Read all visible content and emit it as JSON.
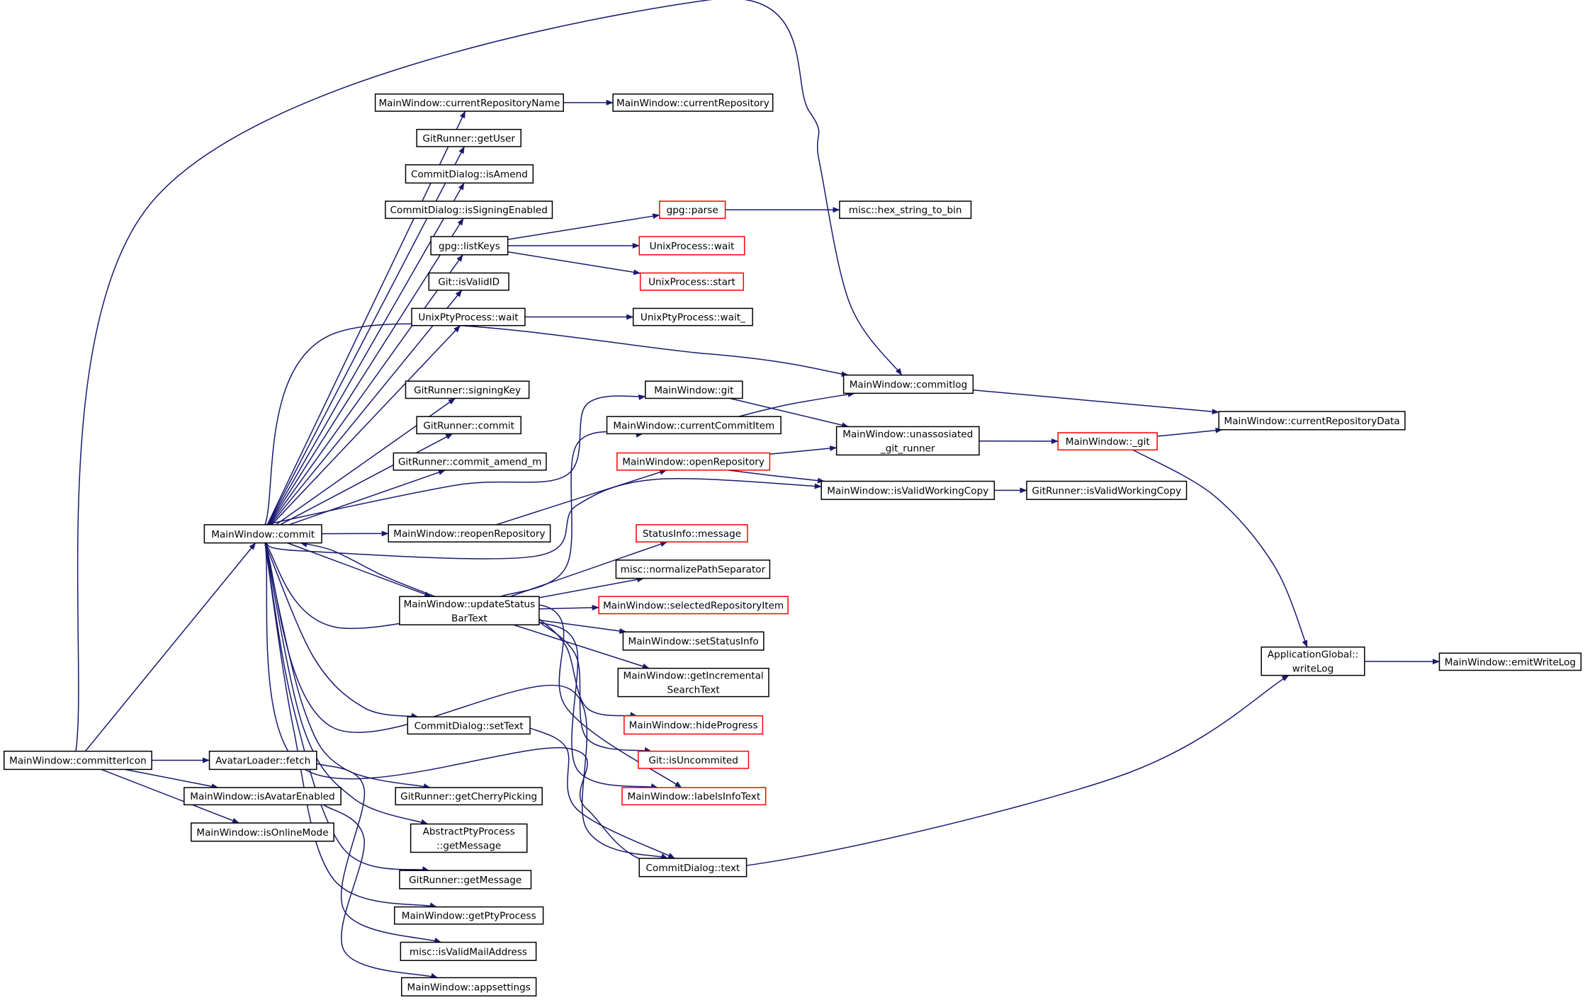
{
  "graph": {
    "colors": {
      "edge": "#191970",
      "box_border": "#000000",
      "truncated_border": "#ff0000",
      "root_fill": "#bfbfbf",
      "box_fill": "#ffffff"
    },
    "nodes": [
      {
        "id": "committerIcon",
        "lines": [
          "MainWindow::committerIcon"
        ],
        "style": "root"
      },
      {
        "id": "commit",
        "lines": [
          "MainWindow::commit"
        ],
        "style": "normal"
      },
      {
        "id": "fetch",
        "lines": [
          "AvatarLoader::fetch"
        ],
        "style": "normal"
      },
      {
        "id": "isAvatarEnabled",
        "lines": [
          "MainWindow::isAvatarEnabled"
        ],
        "style": "normal"
      },
      {
        "id": "isOnlineMode",
        "lines": [
          "MainWindow::isOnlineMode"
        ],
        "style": "normal"
      },
      {
        "id": "currentRepositoryName",
        "lines": [
          "MainWindow::currentRepositoryName"
        ],
        "style": "normal"
      },
      {
        "id": "currentRepository",
        "lines": [
          "MainWindow::currentRepository"
        ],
        "style": "normal"
      },
      {
        "id": "getUser",
        "lines": [
          "GitRunner::getUser"
        ],
        "style": "normal"
      },
      {
        "id": "isAmend",
        "lines": [
          "CommitDialog::isAmend"
        ],
        "style": "normal"
      },
      {
        "id": "isSigningEnabled",
        "lines": [
          "CommitDialog::isSigningEnabled"
        ],
        "style": "normal"
      },
      {
        "id": "listKeys",
        "lines": [
          "gpg::listKeys"
        ],
        "style": "normal"
      },
      {
        "id": "gpgParse",
        "lines": [
          "gpg::parse"
        ],
        "style": "truncated"
      },
      {
        "id": "hexStringToBin",
        "lines": [
          "misc::hex_string_to_bin"
        ],
        "style": "normal"
      },
      {
        "id": "unixWait",
        "lines": [
          "UnixProcess::wait"
        ],
        "style": "truncated"
      },
      {
        "id": "unixStart",
        "lines": [
          "UnixProcess::start"
        ],
        "style": "truncated"
      },
      {
        "id": "isValidID",
        "lines": [
          "Git::isValidID"
        ],
        "style": "normal"
      },
      {
        "id": "ptyWait",
        "lines": [
          "UnixPtyProcess::wait"
        ],
        "style": "normal"
      },
      {
        "id": "ptyWait_",
        "lines": [
          "UnixPtyProcess::wait_"
        ],
        "style": "normal"
      },
      {
        "id": "signingKey",
        "lines": [
          "GitRunner::signingKey"
        ],
        "style": "normal"
      },
      {
        "id": "grCommit",
        "lines": [
          "GitRunner::commit"
        ],
        "style": "normal"
      },
      {
        "id": "commitAmendM",
        "lines": [
          "GitRunner::commit_amend_m"
        ],
        "style": "normal"
      },
      {
        "id": "reopenRepository",
        "lines": [
          "MainWindow::reopenRepository"
        ],
        "style": "normal"
      },
      {
        "id": "updateStatusBarText",
        "lines": [
          "MainWindow::updateStatus",
          "BarText"
        ],
        "style": "normal"
      },
      {
        "id": "setText",
        "lines": [
          "CommitDialog::setText"
        ],
        "style": "normal"
      },
      {
        "id": "getCherryPicking",
        "lines": [
          "GitRunner::getCherryPicking"
        ],
        "style": "normal"
      },
      {
        "id": "absGetMessage",
        "lines": [
          "AbstractPtyProcess",
          "::getMessage"
        ],
        "style": "normal"
      },
      {
        "id": "grGetMessage",
        "lines": [
          "GitRunner::getMessage"
        ],
        "style": "normal"
      },
      {
        "id": "getPtyProcess",
        "lines": [
          "MainWindow::getPtyProcess"
        ],
        "style": "normal"
      },
      {
        "id": "isValidMailAddress",
        "lines": [
          "misc::isValidMailAddress"
        ],
        "style": "normal"
      },
      {
        "id": "appsettings",
        "lines": [
          "MainWindow::appsettings"
        ],
        "style": "normal"
      },
      {
        "id": "mwGit",
        "lines": [
          "MainWindow::git"
        ],
        "style": "normal"
      },
      {
        "id": "currentCommitItem",
        "lines": [
          "MainWindow::currentCommitItem"
        ],
        "style": "normal"
      },
      {
        "id": "openRepository",
        "lines": [
          "MainWindow::openRepository"
        ],
        "style": "truncated"
      },
      {
        "id": "commitlog",
        "lines": [
          "MainWindow::commitlog"
        ],
        "style": "normal"
      },
      {
        "id": "unassosiated",
        "lines": [
          "MainWindow::unassosiated",
          "_git_runner"
        ],
        "style": "normal"
      },
      {
        "id": "isValidWorkingCopy",
        "lines": [
          "MainWindow::isValidWorkingCopy"
        ],
        "style": "normal"
      },
      {
        "id": "grIsValidWorkingCopy",
        "lines": [
          "GitRunner::isValidWorkingCopy"
        ],
        "style": "normal"
      },
      {
        "id": "mwUnderscoreGit",
        "lines": [
          "MainWindow::_git"
        ],
        "style": "truncated"
      },
      {
        "id": "currentRepositoryData",
        "lines": [
          "MainWindow::currentRepositoryData"
        ],
        "style": "normal"
      },
      {
        "id": "statusMessage",
        "lines": [
          "StatusInfo::message"
        ],
        "style": "truncated"
      },
      {
        "id": "normalizePathSeparator",
        "lines": [
          "misc::normalizePathSeparator"
        ],
        "style": "normal"
      },
      {
        "id": "selectedRepositoryItem",
        "lines": [
          "MainWindow::selectedRepositoryItem"
        ],
        "style": "truncated"
      },
      {
        "id": "setStatusInfo",
        "lines": [
          "MainWindow::setStatusInfo"
        ],
        "style": "normal"
      },
      {
        "id": "getIncrementalSearchText",
        "lines": [
          "MainWindow::getIncremental",
          "SearchText"
        ],
        "style": "normal"
      },
      {
        "id": "hideProgress",
        "lines": [
          "MainWindow::hideProgress"
        ],
        "style": "truncated"
      },
      {
        "id": "isUncommited",
        "lines": [
          "Git::isUncommited"
        ],
        "style": "truncated"
      },
      {
        "id": "labelsInfoText",
        "lines": [
          "MainWindow::labelsInfoText"
        ],
        "style": "truncated"
      },
      {
        "id": "cdText",
        "lines": [
          "CommitDialog::text"
        ],
        "style": "normal"
      },
      {
        "id": "writeLog",
        "lines": [
          "ApplicationGlobal::",
          "writeLog"
        ],
        "style": "normal"
      },
      {
        "id": "emitWriteLog",
        "lines": [
          "MainWindow::emitWriteLog"
        ],
        "style": "normal"
      }
    ],
    "edges": [
      {
        "from": "committerIcon",
        "to": "commit"
      },
      {
        "from": "committerIcon",
        "to": "fetch"
      },
      {
        "from": "committerIcon",
        "to": "isAvatarEnabled"
      },
      {
        "from": "committerIcon",
        "to": "isOnlineMode"
      },
      {
        "from": "committerIcon",
        "to": "commitlog"
      },
      {
        "from": "commit",
        "to": "currentRepositoryName"
      },
      {
        "from": "commit",
        "to": "getUser"
      },
      {
        "from": "commit",
        "to": "isAmend"
      },
      {
        "from": "commit",
        "to": "isSigningEnabled"
      },
      {
        "from": "commit",
        "to": "listKeys"
      },
      {
        "from": "commit",
        "to": "isValidID"
      },
      {
        "from": "commit",
        "to": "ptyWait"
      },
      {
        "from": "commit",
        "to": "commitlog"
      },
      {
        "from": "commit",
        "to": "signingKey"
      },
      {
        "from": "commit",
        "to": "grCommit"
      },
      {
        "from": "commit",
        "to": "commitAmendM"
      },
      {
        "from": "commit",
        "to": "mwGit"
      },
      {
        "from": "commit",
        "to": "reopenRepository"
      },
      {
        "from": "commit",
        "to": "isValidWorkingCopy"
      },
      {
        "from": "commit",
        "to": "updateStatusBarText"
      },
      {
        "from": "commit",
        "to": "setText"
      },
      {
        "from": "commit",
        "to": "getCherryPicking"
      },
      {
        "from": "commit",
        "to": "absGetMessage"
      },
      {
        "from": "commit",
        "to": "grGetMessage"
      },
      {
        "from": "commit",
        "to": "getPtyProcess"
      },
      {
        "from": "commit",
        "to": "labelsInfoText"
      },
      {
        "from": "commit",
        "to": "cdText"
      },
      {
        "from": "commit",
        "to": "writeLog"
      },
      {
        "from": "currentRepositoryName",
        "to": "currentRepository"
      },
      {
        "from": "listKeys",
        "to": "gpgParse"
      },
      {
        "from": "listKeys",
        "to": "unixWait"
      },
      {
        "from": "listKeys",
        "to": "unixStart"
      },
      {
        "from": "gpgParse",
        "to": "hexStringToBin"
      },
      {
        "from": "ptyWait",
        "to": "ptyWait_"
      },
      {
        "from": "reopenRepository",
        "to": "openRepository"
      },
      {
        "from": "updateStatusBarText",
        "to": "commit"
      },
      {
        "from": "updateStatusBarText",
        "to": "currentCommitItem"
      },
      {
        "from": "updateStatusBarText",
        "to": "statusMessage"
      },
      {
        "from": "updateStatusBarText",
        "to": "normalizePathSeparator"
      },
      {
        "from": "updateStatusBarText",
        "to": "selectedRepositoryItem"
      },
      {
        "from": "updateStatusBarText",
        "to": "setStatusInfo"
      },
      {
        "from": "updateStatusBarText",
        "to": "getIncrementalSearchText"
      },
      {
        "from": "updateStatusBarText",
        "to": "hideProgress"
      },
      {
        "from": "updateStatusBarText",
        "to": "isUncommited"
      },
      {
        "from": "updateStatusBarText",
        "to": "labelsInfoText"
      },
      {
        "from": "setText",
        "to": "cdText"
      },
      {
        "from": "fetch",
        "to": "isValidMailAddress"
      },
      {
        "from": "isAvatarEnabled",
        "to": "appsettings"
      },
      {
        "from": "mwGit",
        "to": "unassosiated"
      },
      {
        "from": "currentCommitItem",
        "to": "commitlog"
      },
      {
        "from": "openRepository",
        "to": "unassosiated"
      },
      {
        "from": "openRepository",
        "to": "isValidWorkingCopy"
      },
      {
        "from": "commitlog",
        "to": "currentRepositoryData"
      },
      {
        "from": "unassosiated",
        "to": "mwUnderscoreGit"
      },
      {
        "from": "isValidWorkingCopy",
        "to": "grIsValidWorkingCopy"
      },
      {
        "from": "mwUnderscoreGit",
        "to": "currentRepositoryData"
      },
      {
        "from": "mwUnderscoreGit",
        "to": "writeLog"
      },
      {
        "from": "writeLog",
        "to": "emitWriteLog"
      }
    ]
  }
}
